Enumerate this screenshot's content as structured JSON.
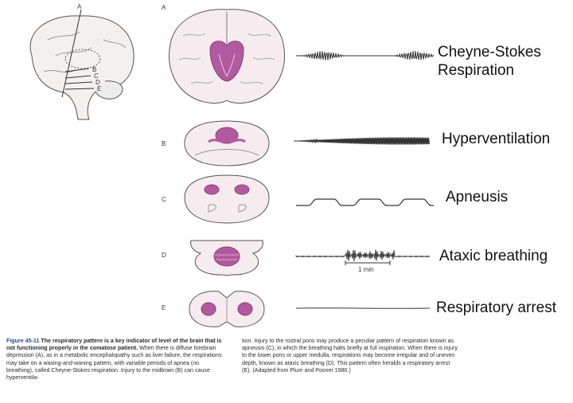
{
  "section_line_label": "A",
  "level_ticks": [
    "B",
    "C",
    "D",
    "E"
  ],
  "rows": [
    {
      "letter": "A",
      "label": "Cheyne-Stokes\nRespiration"
    },
    {
      "letter": "B",
      "label": "Hyperventilation"
    },
    {
      "letter": "C",
      "label": "Apneusis"
    },
    {
      "letter": "D",
      "label": "Ataxic breathing"
    },
    {
      "letter": "E",
      "label": "Respiratory arrest"
    }
  ],
  "scale_bar_label": "1 min",
  "caption": {
    "figure_number": "Figure 45-11",
    "lead": "The respiratory pattern is a key indicator of level of the brain that is not functioning properly in the comatose patient.",
    "left_body": "When there is diffuse forebrain depression (A), as in a metabolic encephalopathy such as liver failure, the respirations may take on a waxing-and-waning pattern, with variable periods of apnea (no breathing), called Cheyne-Stokes respiration. Injury to the midbrain (B) can cause hyperventila-",
    "right_body": "tion. Injury to the rostral pons may produce a peculiar pattern of respiration known as apneusis (C), in which the breathing halts briefly at full inspiration. When there is injury to the lower pons or upper medulla, respirations may become irregular and of uneven depth, known as ataxic breathing (D). This pattern often heralds a respiratory arrest (E). (Adapted from Plum and Posner 1980.)"
  },
  "colors": {
    "lesion": "#b25aa0",
    "lesion_light": "#d9a6cf",
    "tissue": "#f6ecef",
    "outline": "#555555",
    "trace": "#333333"
  }
}
